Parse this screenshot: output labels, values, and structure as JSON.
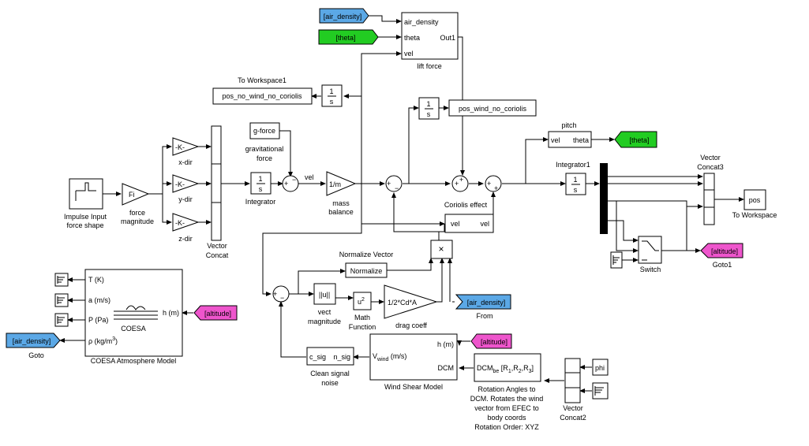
{
  "blocks": {
    "impulse": {
      "label_line1": "Impulse Input",
      "label_line2": "force shape"
    },
    "force_mag": {
      "text": "Fi",
      "label_line1": "force",
      "label_line2": "magnitude"
    },
    "gain_x": {
      "text": "-K-",
      "label": "x-dir"
    },
    "gain_y": {
      "text": "-K-",
      "label": "y-dir"
    },
    "gain_z": {
      "text": "-K-",
      "label": "z-dir"
    },
    "vector_concat": {
      "label_line1": "Vector",
      "label_line2": "Concat"
    },
    "gforce": {
      "text": "g-force",
      "label_line1": "gravitational",
      "label_line2": "force"
    },
    "integrator": {
      "num": "1",
      "den": "s",
      "label": "Integrator"
    },
    "mass": {
      "text": "1/m",
      "label_line1": "mass",
      "label_line2": "balance"
    },
    "vel_signal": "vel",
    "to_workspace1": {
      "text": "pos_no_wind_no_coriolis",
      "label": "To Workspace1"
    },
    "integ_tw1": {
      "num": "1",
      "den": "s"
    },
    "integ_tw2": {
      "num": "1",
      "den": "s"
    },
    "pos_wind": {
      "text": "pos_wind_no_coriolis"
    },
    "lift": {
      "in1": "air_density",
      "in2": "theta",
      "in3": "vel",
      "out1": "Out1",
      "label": "lift force"
    },
    "from_air_density_top": "[air_density]",
    "from_theta_top": "[theta]",
    "pitch": {
      "in": "vel",
      "out": "theta",
      "label": "pitch"
    },
    "goto_theta": "[theta]",
    "coriolis": {
      "in": "vel",
      "out": "vel",
      "label": "Coriolis effect"
    },
    "integrator1": {
      "num": "1",
      "den": "s",
      "label": "Integrator1"
    },
    "vector_concat3": {
      "label_line1": "Vector",
      "label_line2": "Concat3"
    },
    "to_workspace": {
      "text": "pos",
      "label": "To Workspace"
    },
    "switch": {
      "label": "Switch"
    },
    "goto_altitude": {
      "text": "[altitude]",
      "label": "Goto1"
    },
    "normalize": {
      "text": "Normalize",
      "label": "Normalize Vector"
    },
    "product": {
      "text": "×"
    },
    "vect_mag": {
      "text": "||u||",
      "label_line1": "vect",
      "label_line2": "magnitude"
    },
    "math_fn": {
      "text": "u",
      "sup": "2",
      "label_line1": "Math",
      "label_line2": "Function"
    },
    "drag": {
      "text": "1/2*Cd*A",
      "label": "drag coeff"
    },
    "from_air_density_mid": {
      "text": "[air_density]",
      "label": "From"
    },
    "coesa": {
      "out1": "T (K)",
      "out2": "a (m/s)",
      "out3": "P (Pa)",
      "out4": "ρ (kg/m",
      "out4_sup": "3",
      "out4_close": ")",
      "in": "h (m)",
      "icon_text": "COESA",
      "label": "COESA Atmosphere Model"
    },
    "from_altitude_coesa": "[altitude]",
    "goto_air_density": {
      "text": "[air_density]",
      "label": "Goto"
    },
    "clean_signal": {
      "in": "c_sig",
      "out": "n_sig",
      "label_line1": "Clean signal",
      "label_line2": "noise"
    },
    "wind_shear": {
      "out": "V",
      "out_sub": "wind",
      "out_unit": " (m/s)",
      "in1": "h (m)",
      "in2": "DCM",
      "label": "Wind Shear Model"
    },
    "from_altitude_wind": "[altitude]",
    "dcm": {
      "text": "DCM",
      "sub": "be",
      "args": " [R",
      "r1": "1",
      "r2": "2",
      "r3": "3",
      "label_line1": "Rotation Angles to",
      "label_line2": "DCM. Rotates the wind",
      "label_line3": "vector from EFEC to",
      "label_line4": "body coords",
      "label_line5": "Rotation Order: XYZ"
    },
    "phi": "phi",
    "vector_concat2": {
      "label_line1": "Vector",
      "label_line2": "Concat2"
    }
  }
}
